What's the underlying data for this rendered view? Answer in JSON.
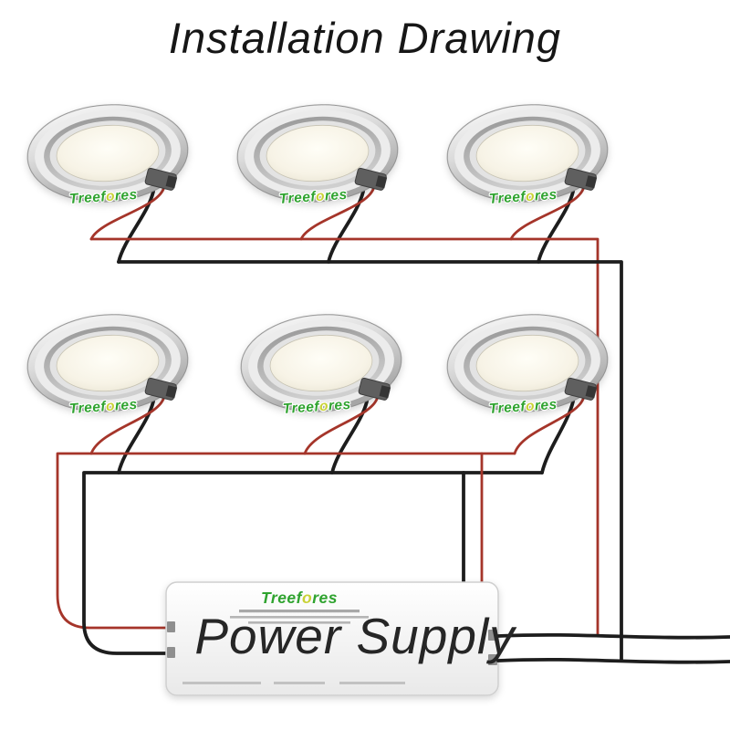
{
  "title": "Installation Drawing",
  "brand": {
    "pre": "Treef",
    "o": "o",
    "post": "res"
  },
  "power_supply": {
    "label": "Power Supply"
  },
  "diagram": {
    "downlight_count": 6,
    "rows": 2,
    "lights_per_row": 3,
    "wire_colors": [
      "red",
      "black"
    ]
  },
  "colors": {
    "wire_red": "#a5352a",
    "wire_black": "#1d1d1d",
    "brand_green": "#2fa32f",
    "brand_o_yellow": "#c9d236"
  }
}
